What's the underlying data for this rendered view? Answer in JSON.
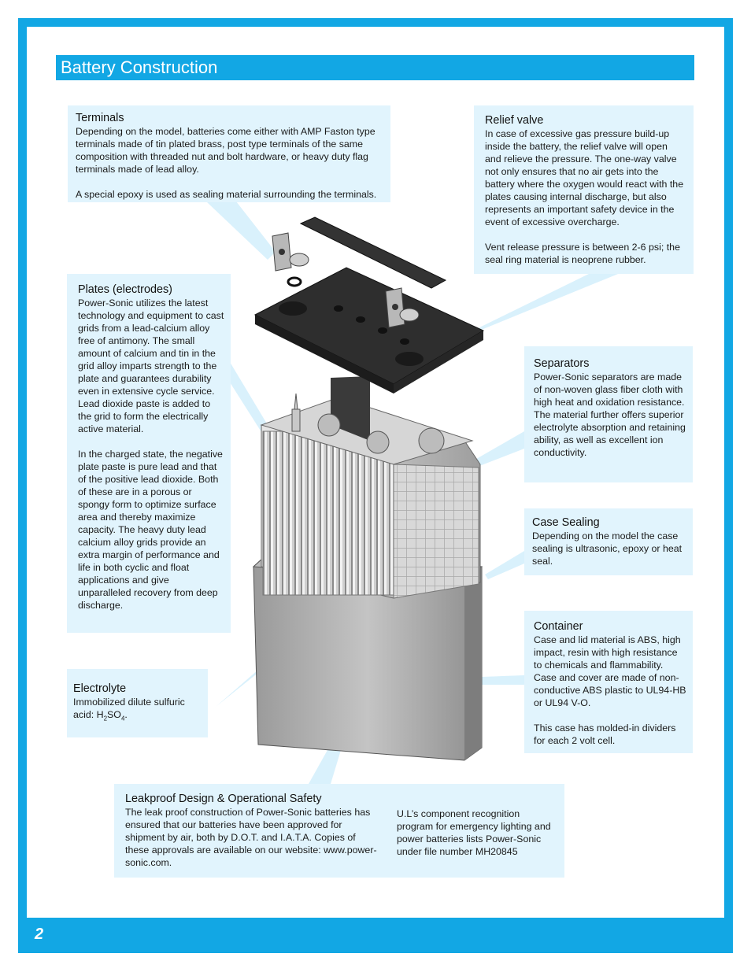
{
  "page": {
    "title": "Battery Construction",
    "page_number": "2",
    "colors": {
      "accent": "#12a7e4",
      "callout_bg": "#e1f4fd"
    }
  },
  "callouts": {
    "terminals": {
      "heading": "Terminals",
      "p1": "Depending on the model, batteries come either with AMP Faston type terminals made of tin plated brass, post type terminals of the same composition with threaded nut and bolt hardware, or heavy duty flag terminals made of lead alloy.",
      "p2": "A special epoxy is used as sealing material surrounding the terminals."
    },
    "relief_valve": {
      "heading": "Relief valve",
      "p1": "In case of excessive gas pressure build-up inside the battery,  the relief valve will open and relieve the pressure. The one-way valve not only ensures that no air gets into the battery where the oxygen would react with the plates causing internal discharge, but also represents an important safety device in the event of excessive overcharge.",
      "p2": "Vent release pressure is between 2-6 psi; the seal ring material is neoprene rubber."
    },
    "plates": {
      "heading": "Plates (electrodes)",
      "p1": "Power-Sonic utilizes the latest technology and equipment to cast grids from a lead-calcium alloy free of antimony. The small amount of calcium and tin in the grid alloy imparts strength to the plate and guarantees durability even in extensive cycle service. Lead dioxide paste is added to the grid to form the electrically active material.",
      "p2": "In the charged state, the negative plate paste is pure lead and that of the positive lead dioxide. Both of these are in a porous or spongy form to optimize surface area and thereby maximize capacity. The heavy duty lead calcium alloy grids provide an extra margin of performance and life in both cyclic and float applications and give unparalleled recovery from deep discharge."
    },
    "separators": {
      "heading": "Separators",
      "p1": "Power-Sonic separators are made of non-woven glass fiber cloth with high heat and oxidation resistance. The material further offers superior electrolyte absorption and retaining ability, as well as excellent ion conductivity."
    },
    "case_sealing": {
      "heading": "Case Sealing",
      "p1": "Depending on the model the case sealing is ultrasonic, epoxy or heat seal."
    },
    "container": {
      "heading": "Container",
      "p1": "Case and lid material is ABS, high impact, resin with high resistance to chemicals and flammability. Case and cover are made of non-conductive ABS plastic to UL94-HB or UL94 V-O.",
      "p2": "This case has molded-in dividers for each 2 volt cell."
    },
    "electrolyte": {
      "heading": "Electrolyte",
      "text_before": "Immobilized dilute sulfuric acid: H",
      "sub1": "2",
      "mid": "SO",
      "sub2": "4",
      "end": "."
    },
    "leakproof": {
      "heading": "Leakproof Design & Operational Safety",
      "p1": "The leak proof construction of Power-Sonic batteries has ensured that our batteries have been approved for shipment by air, both by D.O.T. and I.A.T.A. Copies of these approvals are available on our website: www.power-sonic.com.",
      "p2": "U.L’s component recognition program for emergency lighting and power batteries lists Power-Sonic under file number MH20845"
    }
  }
}
